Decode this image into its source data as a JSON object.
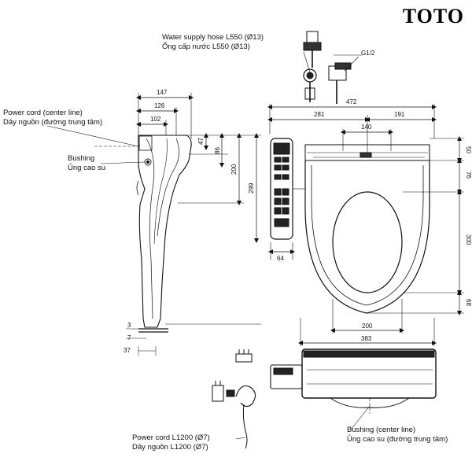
{
  "brand": {
    "logo_text": "TOTO"
  },
  "callouts": {
    "water_hose": {
      "line1": "Water supply hose L550 (Ø13)",
      "line2": "Ống cấp nước L550 (Ø13)"
    },
    "thread": "G1/2",
    "power_cord_center": {
      "line1": "Power cord (center line)",
      "line2": "Dây nguồn (đường trung tâm)"
    },
    "bushing": {
      "line1": "Bushing",
      "line2": "Ủng cao su"
    },
    "power_cord_length": {
      "line1": "Power cord L1200 (Ø7)",
      "line2": "Dây nguồn L1200 (Ø7)"
    },
    "bushing_center": {
      "line1": "Bushing (center line)",
      "line2": "Ủng cao su (đường trung tâm)"
    }
  },
  "dimensions": {
    "side_width_total": "147",
    "side_width_mid": "126",
    "side_width_inner": "102",
    "side_height_small": "47",
    "side_height_86": "86",
    "side_height_200": "200",
    "side_height_299": "299",
    "side_bottom_3": "3",
    "side_bottom_7": "7",
    "side_bottom_37": "37",
    "top_width_total": "472",
    "top_width_281": "281",
    "top_width_191": "191",
    "top_width_140": "140",
    "top_right_50": "50",
    "top_right_76": "76",
    "top_right_300": "300",
    "top_right_68": "68",
    "panel_width": "64",
    "bowl_width": "200",
    "base_width": "383"
  }
}
